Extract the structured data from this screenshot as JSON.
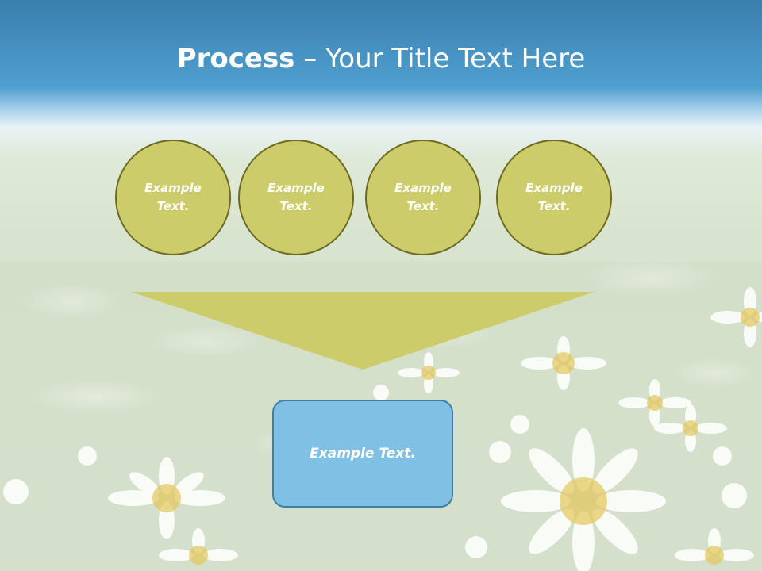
{
  "slide": {
    "title_bold": "Process",
    "title_rest": " – Your Title Text Here",
    "circles": [
      {
        "line1": "Example",
        "line2": "Text."
      },
      {
        "line1": "Example",
        "line2": "Text."
      },
      {
        "line1": "Example",
        "line2": "Text."
      },
      {
        "line1": "Example",
        "line2": "Text."
      }
    ],
    "box_text": "Example Text."
  },
  "colors": {
    "header_blue": "#4f9fd0",
    "circle_fill": "#cccc6a",
    "circle_border": "#6b6b22",
    "funnel_fill": "#cccc6a",
    "box_fill": "#7fc0e4",
    "box_border": "#3f7fa2"
  }
}
